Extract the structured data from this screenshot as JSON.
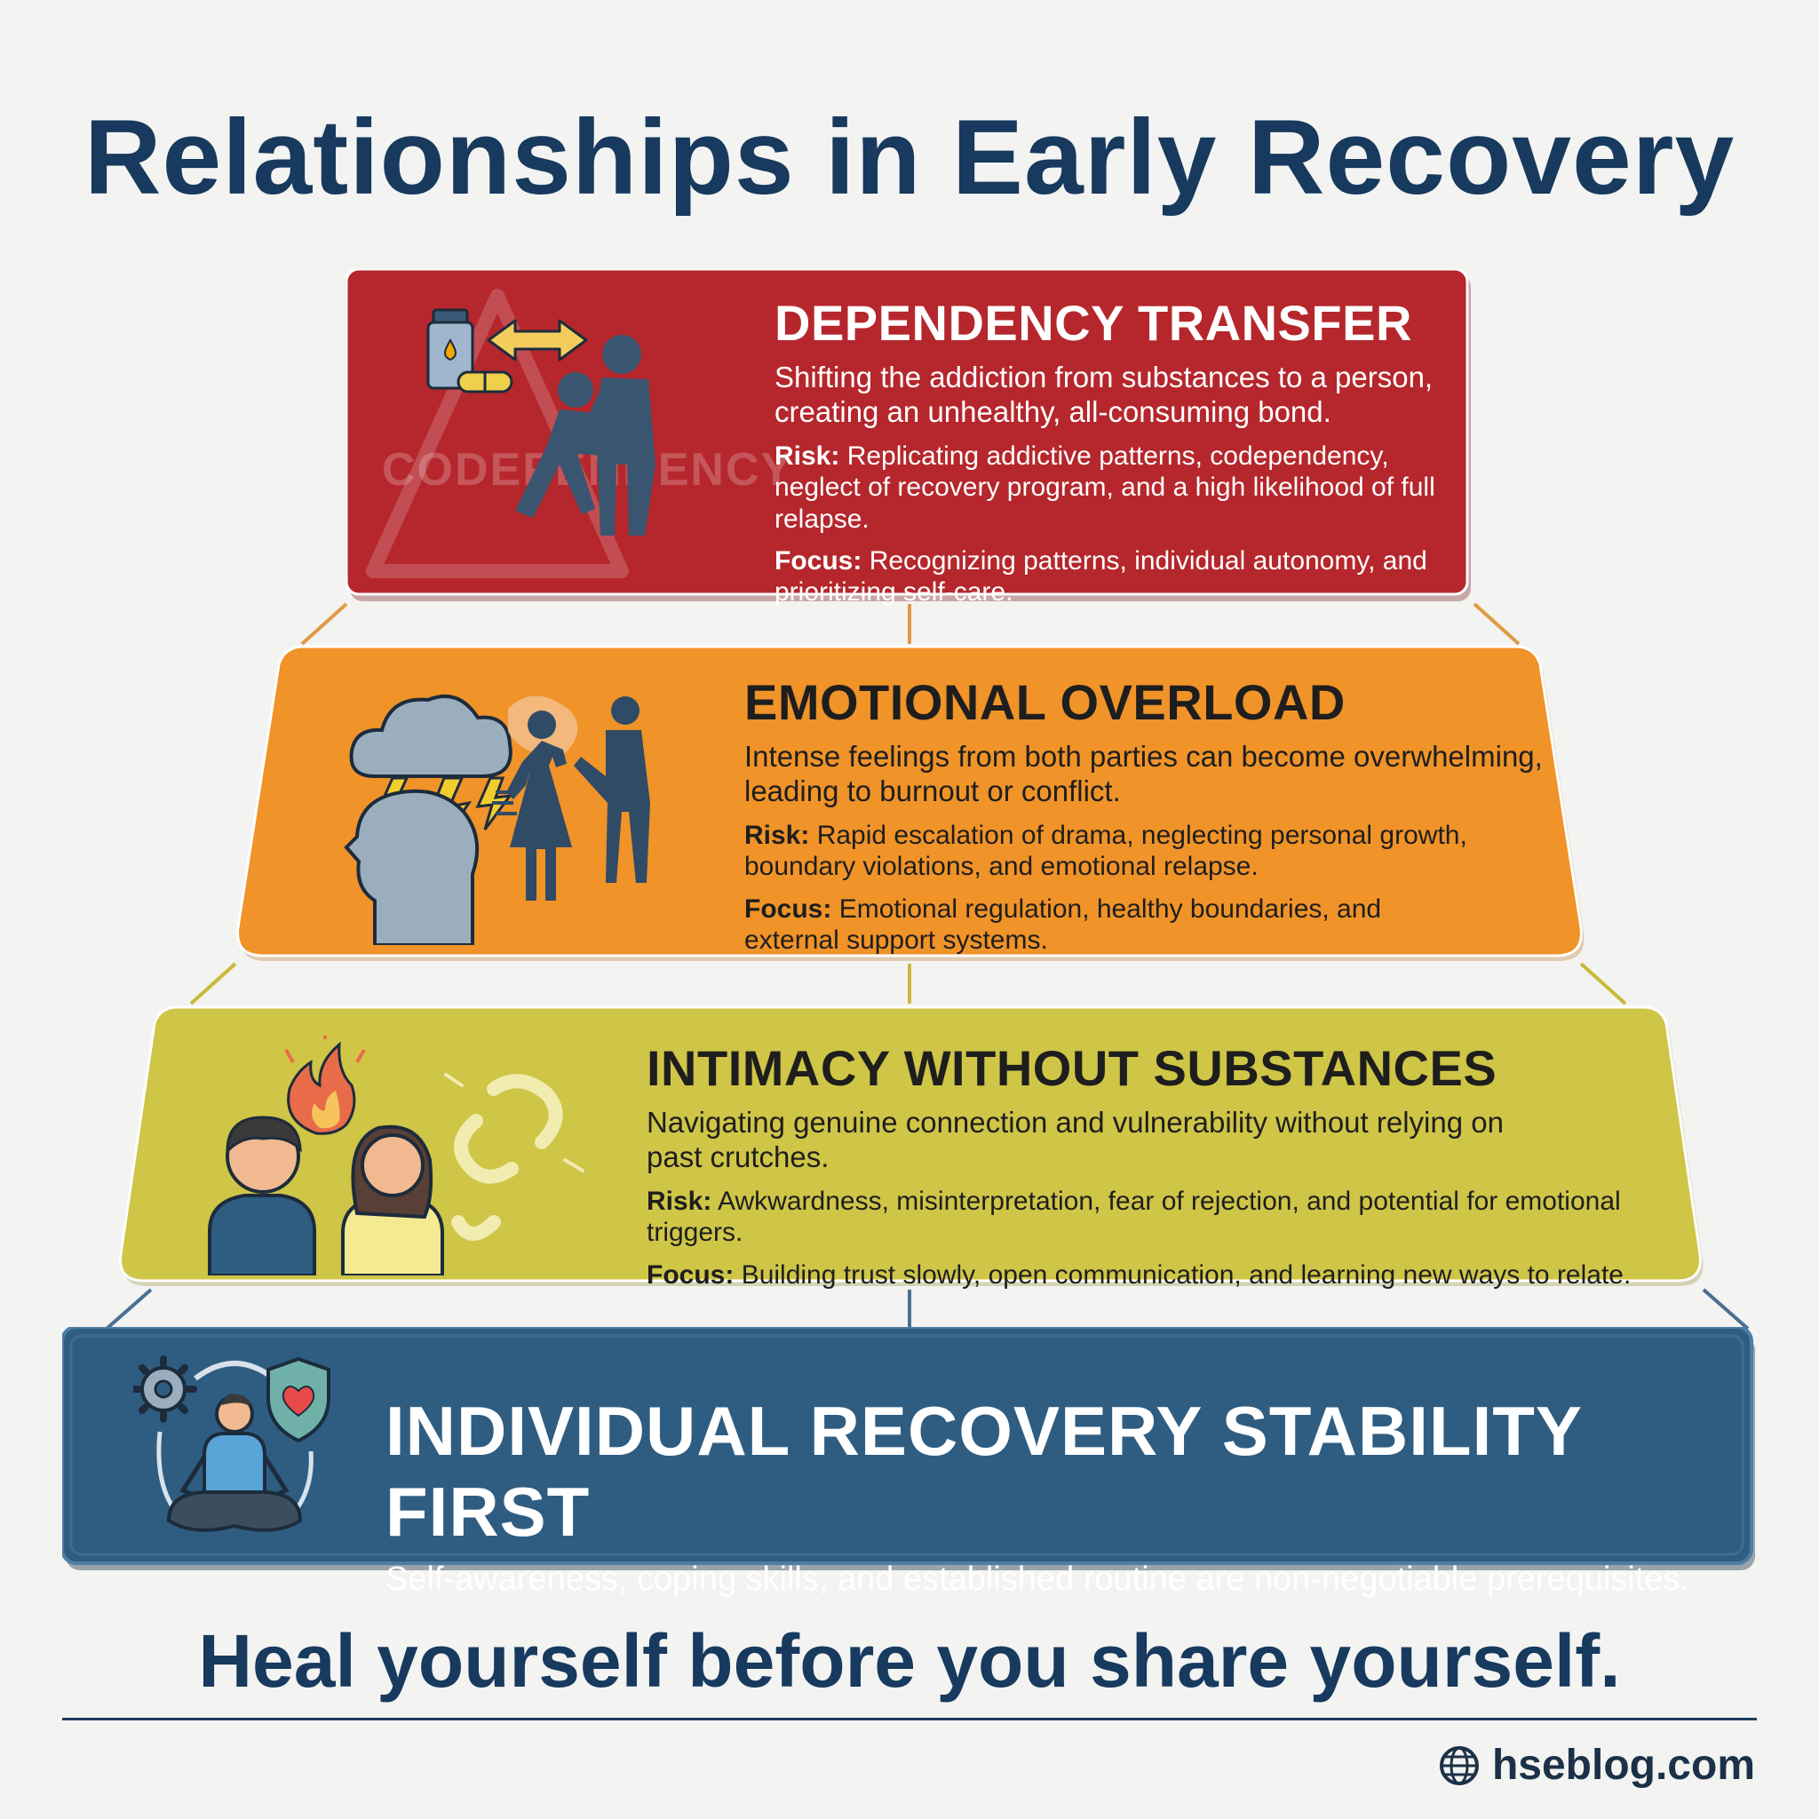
{
  "title": "Relationships in Early Recovery",
  "tiers": [
    {
      "heading": "DEPENDENCY TRANSFER",
      "description": "Shifting the addiction from substances to a person, creating an unhealthy, all-consuming bond.",
      "risk_label": "Risk:",
      "risk": "Replicating addictive patterns, codependency, neglect of recovery program, and a high likelihood of full relapse.",
      "focus_label": "Focus:",
      "focus": "Recognizing patterns, individual autonomy, and prioritizing self-care.",
      "watermark": "CODEPENDENCY",
      "color": "#b5272c"
    },
    {
      "heading": "EMOTIONAL OVERLOAD",
      "description": "Intense feelings from both parties can become overwhelming, leading to burnout or conflict.",
      "risk_label": "Risk:",
      "risk": "Rapid escalation of drama, neglecting personal growth, boundary violations, and emotional relapse.",
      "focus_label": "Focus:",
      "focus": "Emotional regulation, healthy boundaries, and external support systems.",
      "color": "#f09328"
    },
    {
      "heading": "INTIMACY WITHOUT SUBSTANCES",
      "description": "Navigating genuine connection and vulnerability without relying on past crutches.",
      "risk_label": "Risk:",
      "risk": "Awkwardness, misinterpretation, fear of rejection, and potential for emotional triggers.",
      "focus_label": "Focus:",
      "focus": "Building trust slowly, open communication, and learning new ways to relate.",
      "color": "#cfc546"
    },
    {
      "heading": "INDIVIDUAL RECOVERY STABILITY FIRST",
      "description": "Self-awareness, coping skills, and established routine are non-negotiable prerequisites.",
      "color": "#2f5d82"
    }
  ],
  "tagline": "Heal yourself before you share yourself.",
  "website": "hseblog.com",
  "icons": [
    "medicine-bottle-icon",
    "swap-arrow-icon",
    "supporting-people-icon",
    "storm-cloud-icon",
    "head-icon",
    "arguing-couple-icon",
    "flame-icon",
    "man-avatar-icon",
    "woman-avatar-icon",
    "broken-chain-icon",
    "gear-icon",
    "heart-shield-icon",
    "meditating-person-icon",
    "globe-icon"
  ]
}
